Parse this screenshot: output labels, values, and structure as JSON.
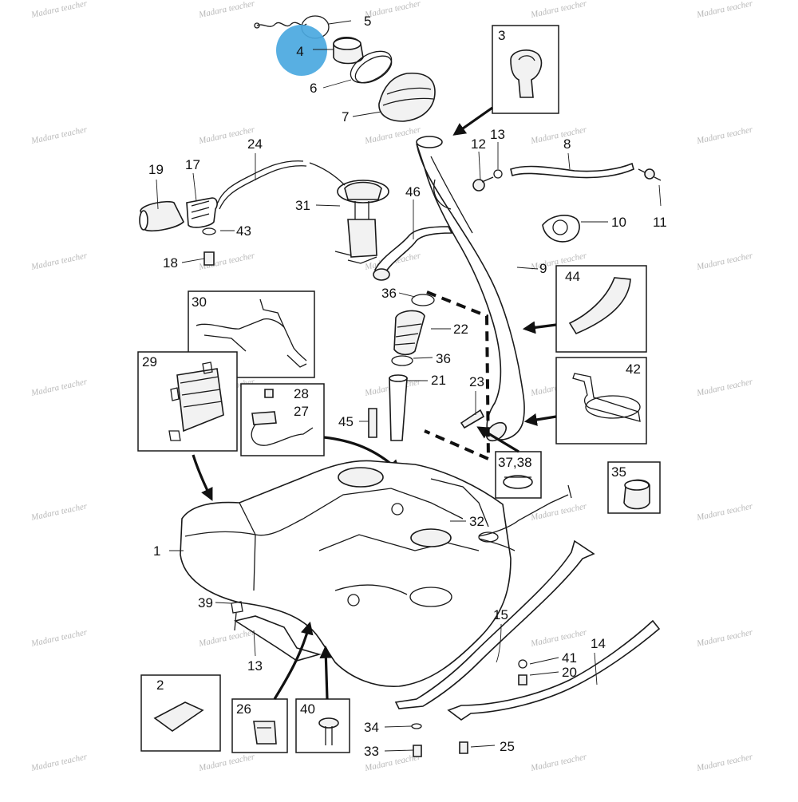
{
  "watermark_text": "Madara teacher",
  "highlight": {
    "label": "4",
    "color": "#4aa8e0"
  },
  "callouts": [
    "1",
    "2",
    "3",
    "5",
    "6",
    "7",
    "8",
    "9",
    "10",
    "11",
    "12",
    "13",
    "13",
    "14",
    "15",
    "17",
    "18",
    "19",
    "20",
    "21",
    "22",
    "23",
    "24",
    "25",
    "26",
    "27",
    "28",
    "29",
    "30",
    "31",
    "32",
    "33",
    "34",
    "35",
    "36",
    "36",
    "37,38",
    "39",
    "40",
    "41",
    "42",
    "43",
    "44",
    "45",
    "46"
  ]
}
